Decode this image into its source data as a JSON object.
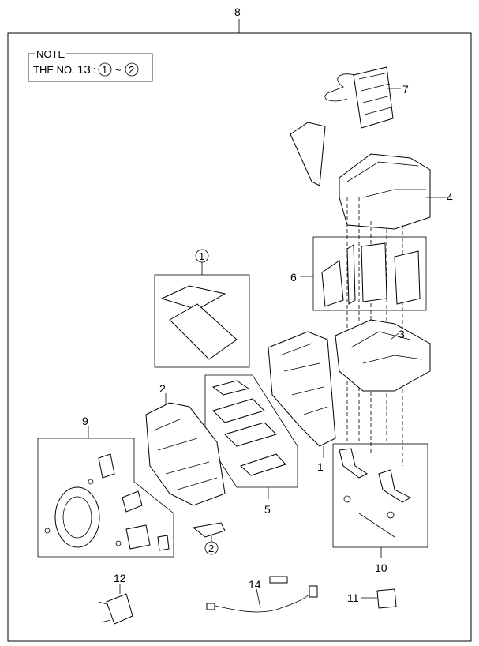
{
  "note": {
    "title": "NOTE",
    "prefix": "THE NO.",
    "number": "13",
    "separator": ":",
    "from": "1",
    "tilde": "~",
    "to": "2"
  },
  "callouts": {
    "assembly": "8",
    "evaporator": "7",
    "upper_case": "4",
    "seal_set": "6",
    "lower_case": "3",
    "kit1": "1",
    "left_case": "2",
    "actuator_set": "9",
    "right_case": "1",
    "filter_set": "5",
    "link_set": "10",
    "kit2": "2",
    "resistor": "12",
    "harness": "14",
    "sensor": "11"
  }
}
